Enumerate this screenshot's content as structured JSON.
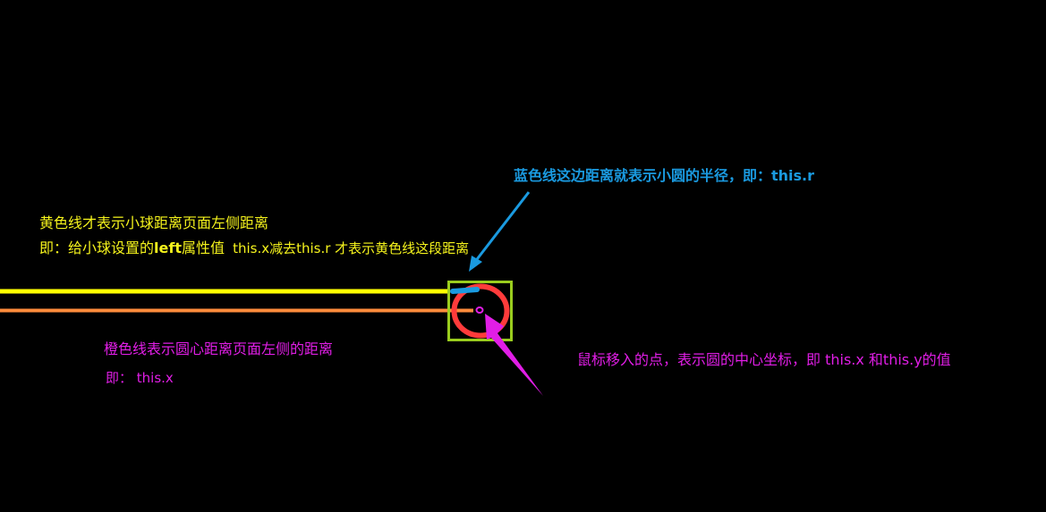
{
  "colors": {
    "background": "#000000",
    "yellow_line": "#ffff00",
    "orange_line": "#ff8c3c",
    "blue_line": "#1a9ae0",
    "circle": "#ff3b3b",
    "box": "#9acd1e",
    "magenta": "#e11ee6",
    "yellow_text": "#f5f31c"
  },
  "labels": {
    "blue_note": "蓝色线这边距离就表示小圆的半径，即：this.r",
    "yellow_note_line1": "黄色线才表示小球距离页面左侧距离",
    "yellow_note_line2_a": "即：给小球设置的",
    "yellow_note_line2_bold": "left",
    "yellow_note_line2_b": "属性值",
    "yellow_note_line2_c": "this.x减去this.r 才表示黄色线这段距离",
    "orange_note_line1": "橙色线表示圆心距离页面左侧的距离",
    "orange_note_line2": "即： this.x",
    "center_note": "鼠标移入的点，表示圆的中心坐标，即 this.x 和this.y的值"
  }
}
